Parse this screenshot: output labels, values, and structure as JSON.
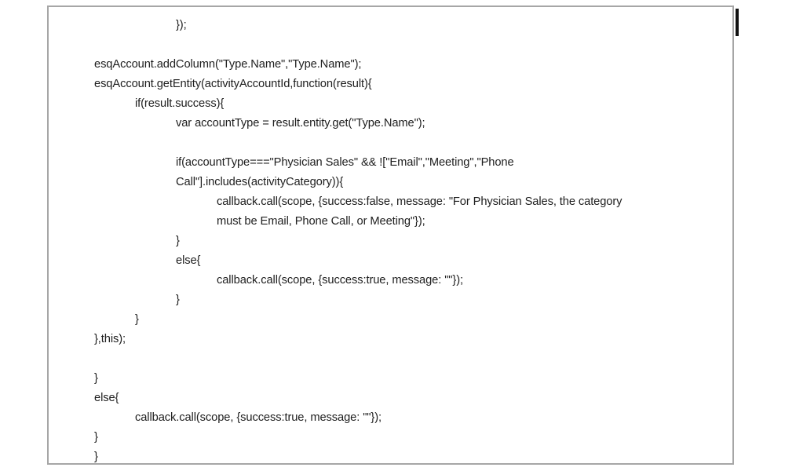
{
  "document": {
    "type": "code-snippet-image",
    "language": "javascript",
    "border_color": "#a6a6a6",
    "text_color": "#202020",
    "background_color": "#ffffff"
  },
  "caret": {
    "name": "text-cursor",
    "color": "#111111",
    "visible": true
  },
  "code": {
    "lines": [
      {
        "indent": 2,
        "text": "});"
      },
      {
        "indent": 0,
        "text": ""
      },
      {
        "indent": 0,
        "text": "esqAccount.addColumn(\"Type.Name\",\"Type.Name\");"
      },
      {
        "indent": 0,
        "text": "esqAccount.getEntity(activityAccountId,function(result){"
      },
      {
        "indent": 1,
        "text": "if(result.success){"
      },
      {
        "indent": 2,
        "text": "var accountType = result.entity.get(\"Type.Name\");"
      },
      {
        "indent": 0,
        "text": ""
      },
      {
        "indent": 2,
        "text": "if(accountType===\"Physician Sales\" && ![\"Email\",\"Meeting\",\"Phone"
      },
      {
        "indent": 2,
        "text": "Call\"].includes(activityCategory)){"
      },
      {
        "indent": 3,
        "text": "callback.call(scope, {success:false, message: \"For Physician Sales, the category"
      },
      {
        "indent": 3,
        "text": "must be Email, Phone Call, or Meeting\"});"
      },
      {
        "indent": 2,
        "text": "}"
      },
      {
        "indent": 2,
        "text": "else{"
      },
      {
        "indent": 3,
        "text": "callback.call(scope, {success:true, message: \"\"});"
      },
      {
        "indent": 2,
        "text": "}"
      },
      {
        "indent": 1,
        "text": "}"
      },
      {
        "indent": 0,
        "text": "},this);"
      },
      {
        "indent": 0,
        "text": ""
      },
      {
        "indent": 0,
        "text": "}"
      },
      {
        "indent": 0,
        "text": "else{"
      },
      {
        "indent": 1,
        "text": "callback.call(scope, {success:true, message: \"\"});"
      },
      {
        "indent": 0,
        "text": "}"
      },
      {
        "indent": 0,
        "text": "}"
      }
    ]
  }
}
